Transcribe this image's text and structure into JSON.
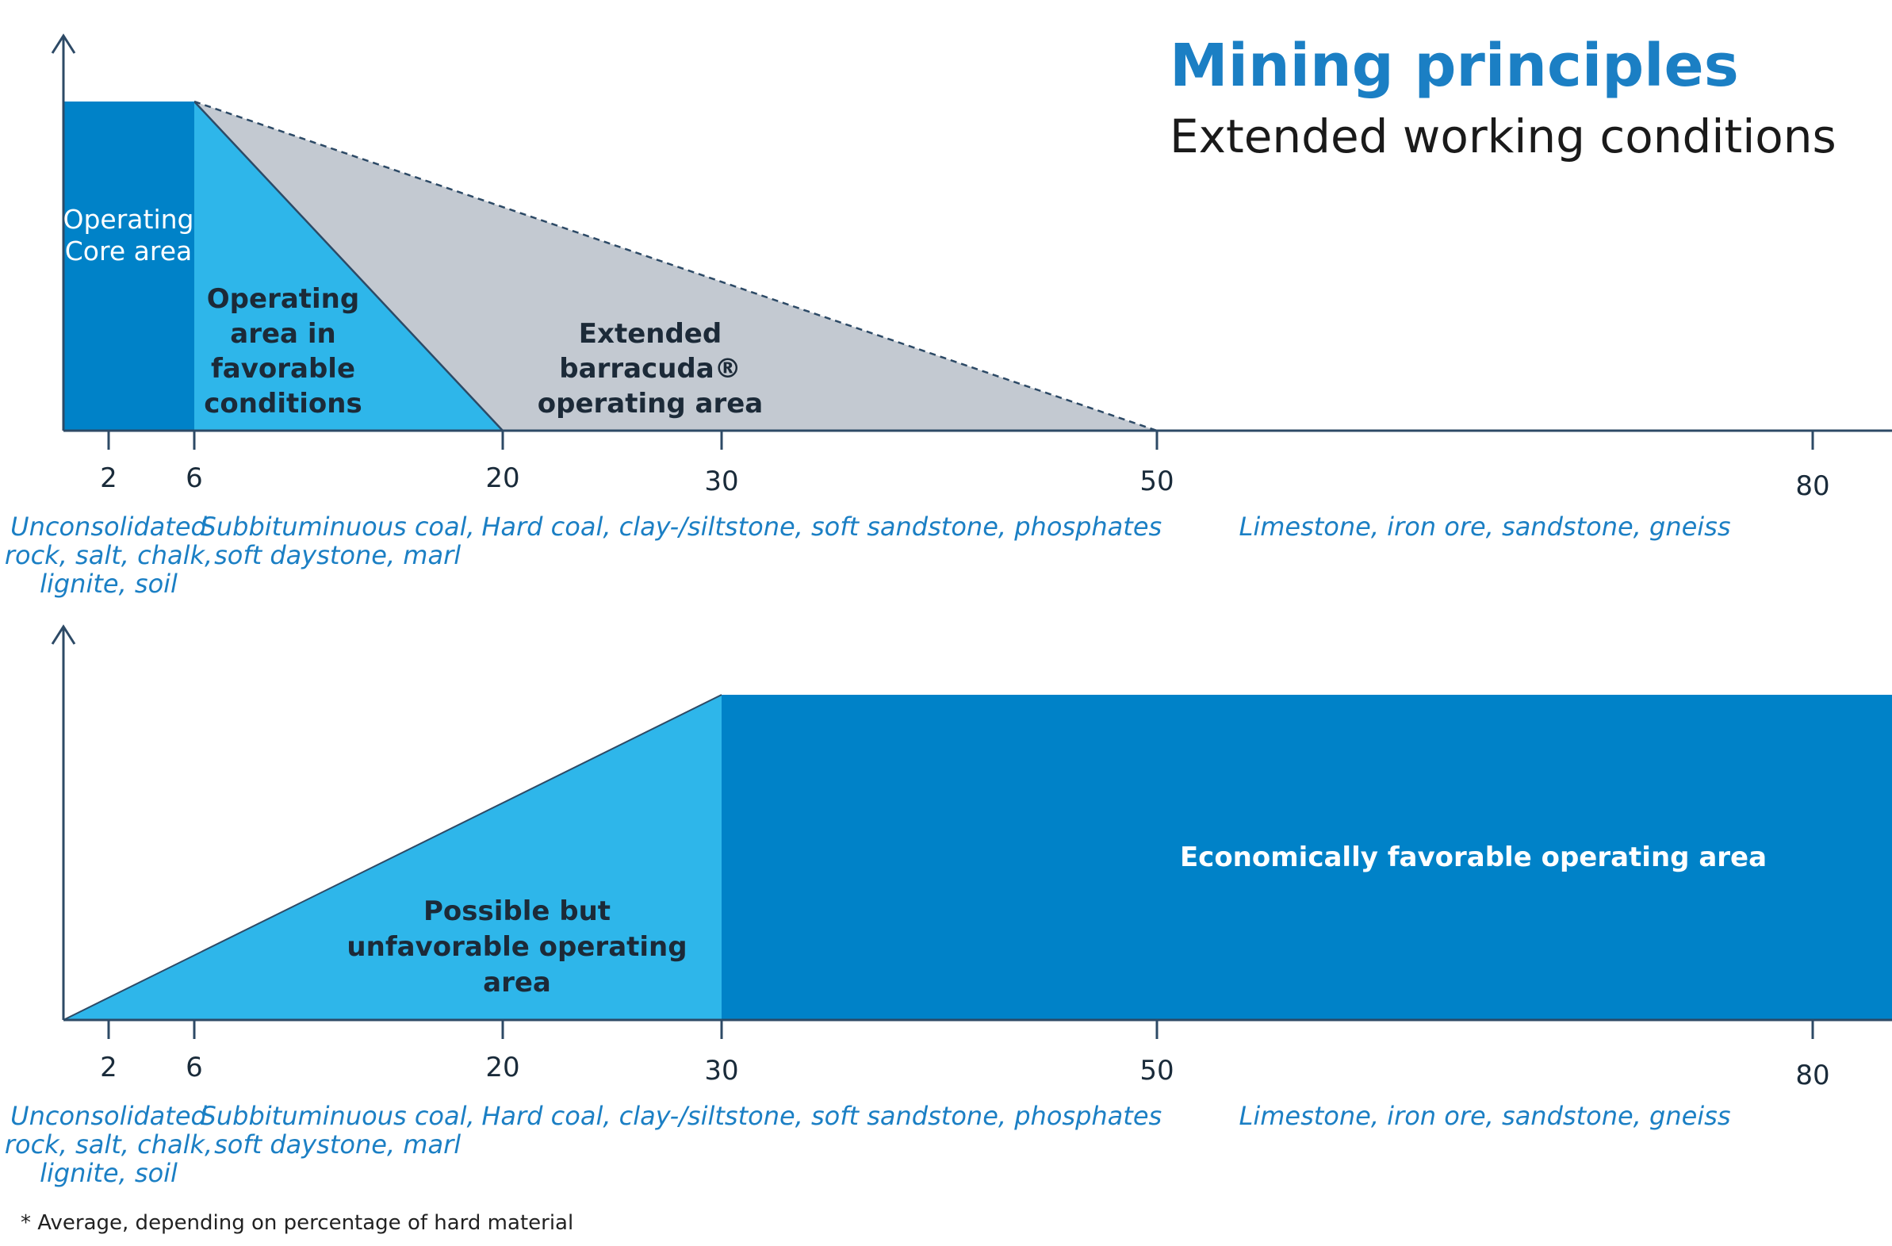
{
  "header": {
    "title": "Mining principles",
    "subtitle": "Extended working conditions"
  },
  "footnote": "* Average, depending on percentage of hard material",
  "colors": {
    "dark_blue": "#0082c8",
    "light_blue": "#2eb6ea",
    "grey": "#c3c9d1",
    "axis": "#2d4a66",
    "category_text": "#1b7fc4",
    "title": "#1b7fc4",
    "dark_label": "#1c2a38"
  },
  "chart_data": [
    {
      "type": "area",
      "x_ticks": [
        2,
        6,
        20,
        30,
        50,
        80
      ],
      "xlim": [
        0,
        84
      ],
      "regions": [
        {
          "label_lines": [
            "Operating",
            "Core area"
          ],
          "x_range": [
            0,
            6
          ],
          "shape": "rectangle",
          "color": "dark_blue"
        },
        {
          "label_lines": [
            "Operating",
            "area in",
            "favorable",
            "conditions"
          ],
          "x_range": [
            6,
            20
          ],
          "shape": "falling-triangle",
          "color": "light_blue"
        },
        {
          "label_lines": [
            "Extended",
            "barracuda®",
            "operating area"
          ],
          "x_range": [
            6,
            50
          ],
          "shape": "falling-triangle-dashed",
          "color": "grey"
        }
      ],
      "categories": [
        {
          "lines": [
            "Unconsolidated",
            "rock, salt, chalk,",
            "lignite, soil"
          ],
          "x": 2
        },
        {
          "lines": [
            "Subbituminuous coal,",
            "soft daystone, marl"
          ],
          "x": 12.5
        },
        {
          "lines": [
            "Hard coal, clay-/siltstone, soft sandstone, phosphates"
          ],
          "x": 34.6
        },
        {
          "lines": [
            "Limestone, iron ore, sandstone, gneiss"
          ],
          "x": 65
        }
      ]
    },
    {
      "type": "area",
      "x_ticks": [
        2,
        6,
        20,
        30,
        50,
        80
      ],
      "xlim": [
        0,
        84
      ],
      "regions": [
        {
          "label_lines": [
            "Possible but",
            "unfavorable operating",
            "area"
          ],
          "x_range": [
            0,
            30
          ],
          "shape": "rising-triangle",
          "color": "light_blue"
        },
        {
          "label_lines": [
            "Economically favorable operating area"
          ],
          "x_range": [
            30,
            84
          ],
          "shape": "rectangle",
          "color": "dark_blue"
        }
      ],
      "categories": [
        {
          "lines": [
            "Unconsolidated",
            "rock, salt, chalk,",
            "lignite, soil"
          ],
          "x": 2
        },
        {
          "lines": [
            "Subbituminuous coal,",
            "soft daystone, marl"
          ],
          "x": 12.5
        },
        {
          "lines": [
            "Hard coal, clay-/siltstone, soft sandstone, phosphates"
          ],
          "x": 34.6
        },
        {
          "lines": [
            "Limestone, iron ore, sandstone, gneiss"
          ],
          "x": 65
        }
      ]
    }
  ]
}
